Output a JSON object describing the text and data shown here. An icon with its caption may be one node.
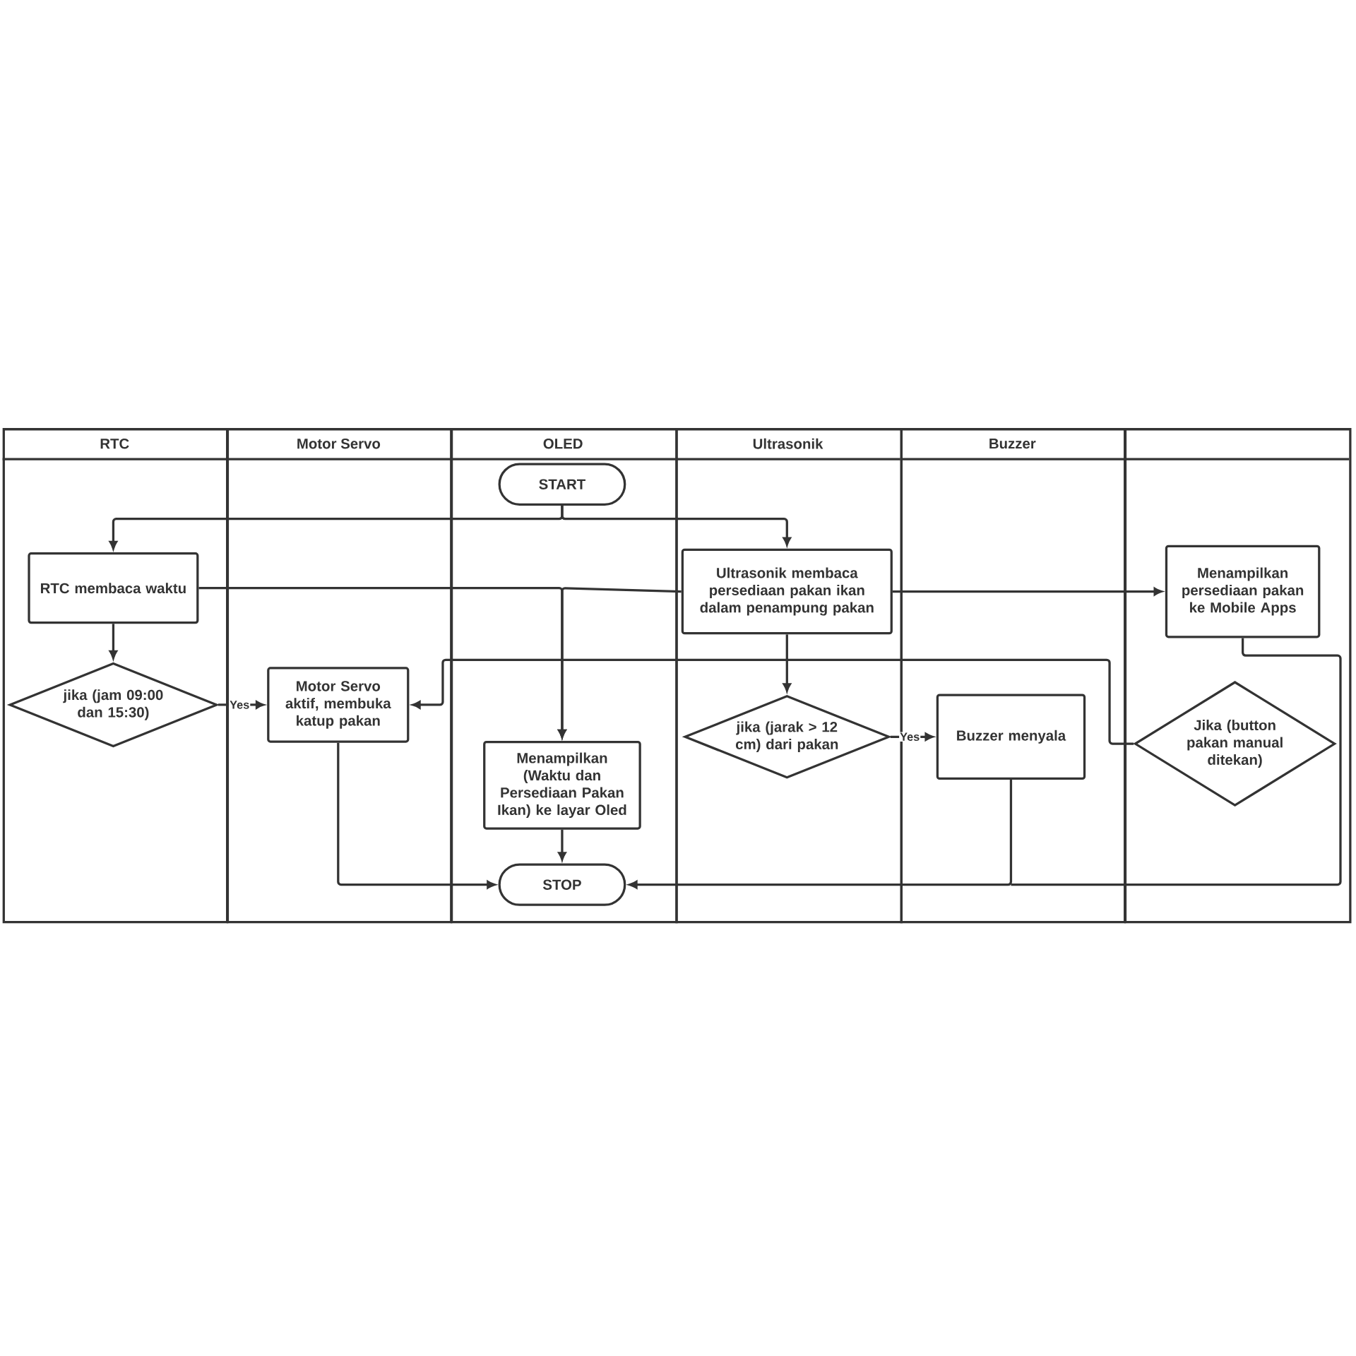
{
  "diagram": {
    "nodes": [
      {
        "text": [
          "RTC"
        ]
      },
      {
        "text": [
          "Motor Servo"
        ]
      },
      {
        "text": [
          "OLED"
        ]
      },
      {
        "text": [
          "Ultrasonik"
        ]
      },
      {
        "text": [
          "Buzzer"
        ]
      },
      {
        "text": [],
        "shape": "box"
      },
      {
        "text": [
          "START"
        ],
        "in": 2
      },
      {
        "text": [
          "RTC membaca waktu"
        ],
        "in": 0
      },
      {
        "text": [
          "jika (jam 09:00 dan 15:30)"
        ],
        "in": 0
      },
      {
        "text": [
          "Motor Servo aktif, membuka katup pakan"
        ],
        "in": 1
      },
      {
        "text": [
          "Ultrasonik membaca persediaan pakan ikan dalam penampung pakan"
        ],
        "in": 3
      },
      {
        "text": [
          "Menampilkan persediaan pakan ke Mobile Apps"
        ],
        "in": 5
      },
      {
        "text": [
          "Menampilkan (Waktu dan Persediaan Pakan Ikan) ke layar Oled"
        ],
        "in": 2
      },
      {
        "text": [
          "jika (jarak > 12 cm) dari pakan"
        ],
        "in": 3
      },
      {
        "text": [
          "Buzzer menyala"
        ],
        "in": 4
      },
      {
        "text": [
          "Jika (button pakan manual ditekan)"
        ],
        "in": 5
      },
      {
        "text": [
          "STOP"
        ],
        "in": 2
      }
    ],
    "edges": [
      {
        "from": 6,
        "to": 7,
        "arrow": "to"
      },
      {
        "from": 6,
        "to": 10,
        "arrow": "to"
      },
      {
        "from": 7,
        "to": 12,
        "arrow": "to"
      },
      {
        "from": 10,
        "to": 12,
        "arrow": "to"
      },
      {
        "from": 7,
        "to": 8,
        "arrow": "to"
      },
      {
        "from": 8,
        "to": 9,
        "label": "Yes",
        "arrow": "to"
      },
      {
        "from": 9,
        "to": 16,
        "arrow": "to"
      },
      {
        "from": 10,
        "to": 11,
        "arrow": "to"
      },
      {
        "from": 10,
        "to": 13,
        "arrow": "to"
      },
      {
        "from": 13,
        "to": 14,
        "label": "Yes",
        "arrow": "to"
      },
      {
        "from": 14,
        "to": 16,
        "arrow": "to"
      },
      {
        "from": 11,
        "to": 16,
        "arrow": "to"
      },
      {
        "from": 15,
        "to": 9,
        "arrow": "to"
      },
      {
        "from": 12,
        "to": 16,
        "arrow": "to"
      }
    ]
  }
}
